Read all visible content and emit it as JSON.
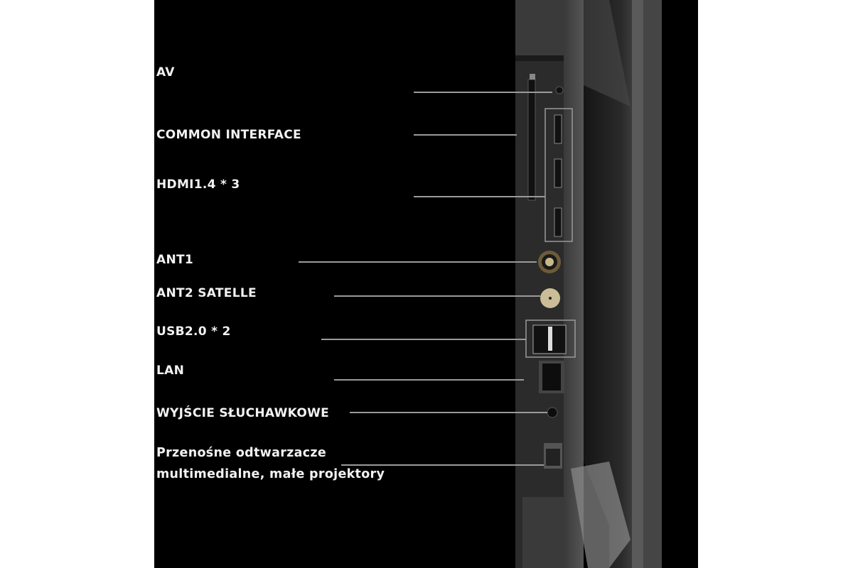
{
  "ports": [
    {
      "label": "AV"
    },
    {
      "label": "COMMON INTERFACE"
    },
    {
      "label": "HDMI1.4 * 3"
    },
    {
      "label": "ANT1"
    },
    {
      "label": "ANT2 SATELLE"
    },
    {
      "label": "USB2.0 * 2"
    },
    {
      "label": "LAN"
    },
    {
      "label": "WYJŚCIE SŁUCHAWKOWE"
    },
    {
      "label_line1": "Przenośne odtwarzacze",
      "label_line2": "multimedialne, małe projektory"
    }
  ],
  "colors": {
    "background": "#000000",
    "text": "#f2f2f2",
    "leader": "#9a9a9a",
    "panel": "#2a2a2a"
  }
}
